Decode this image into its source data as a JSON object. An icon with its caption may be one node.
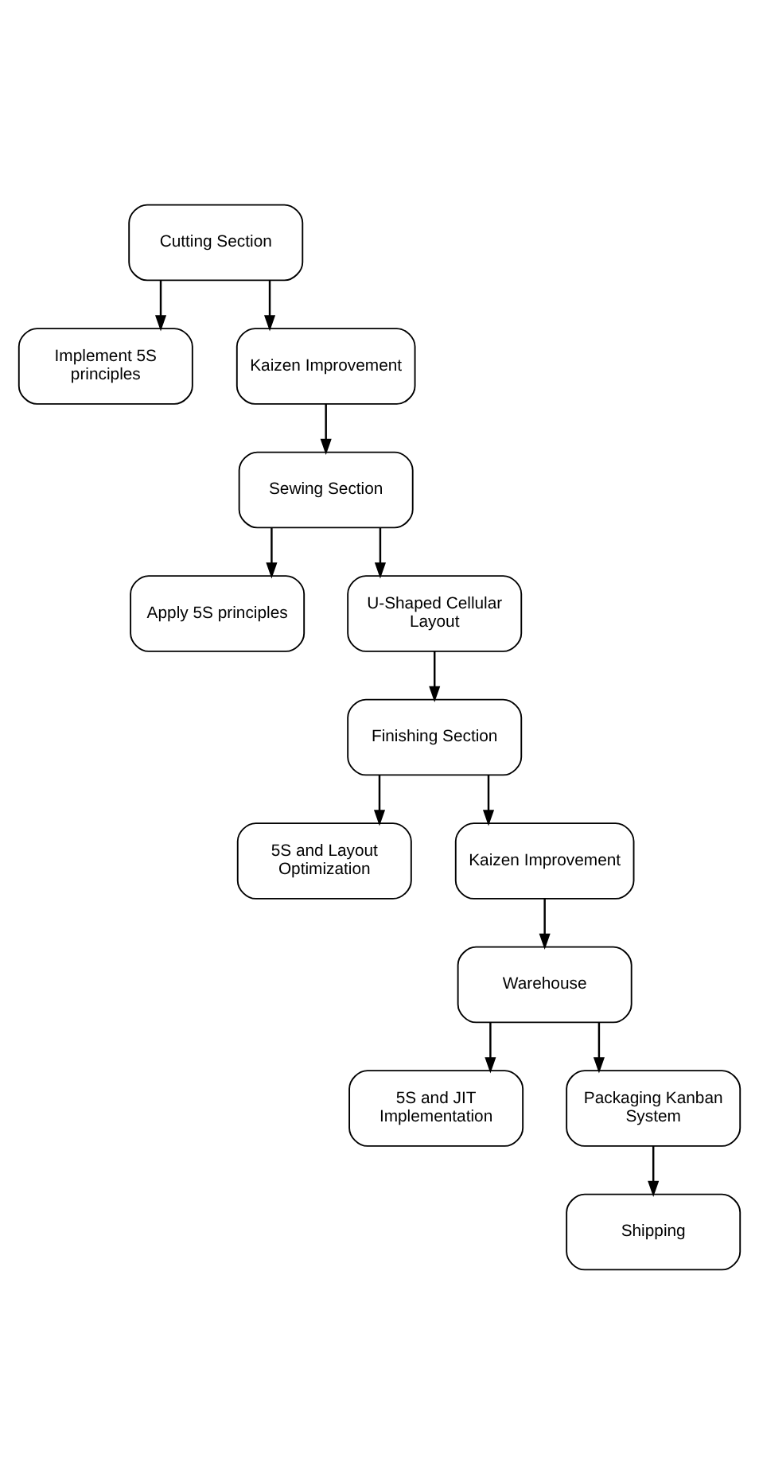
{
  "diagram": {
    "nodes": [
      {
        "text": [
          "Cutting Section"
        ]
      },
      {
        "text": [
          "Implement 5S principles"
        ]
      },
      {
        "text": [
          "Kaizen Improvement"
        ]
      },
      {
        "text": [
          "Sewing Section"
        ]
      },
      {
        "text": [
          "Apply 5S principles"
        ]
      },
      {
        "text": [
          "U-Shaped Cellular Layout"
        ]
      },
      {
        "text": [
          "Finishing Section"
        ]
      },
      {
        "text": [
          "5S and Layout Optimization"
        ]
      },
      {
        "text": [
          "Kaizen Improvement"
        ]
      },
      {
        "text": [
          "Warehouse"
        ]
      },
      {
        "text": [
          "5S and JIT Implementation"
        ]
      },
      {
        "text": [
          "Packaging Kanban System"
        ]
      },
      {
        "text": [
          "Shipping"
        ]
      }
    ],
    "edges": [
      {
        "from": 0,
        "to": 1,
        "arrow": "to"
      },
      {
        "from": 0,
        "to": 2,
        "arrow": "to"
      },
      {
        "from": 2,
        "to": 3,
        "arrow": "to"
      },
      {
        "from": 3,
        "to": 4,
        "arrow": "to"
      },
      {
        "from": 3,
        "to": 5,
        "arrow": "to"
      },
      {
        "from": 5,
        "to": 6,
        "arrow": "to"
      },
      {
        "from": 6,
        "to": 7,
        "arrow": "to"
      },
      {
        "from": 6,
        "to": 8,
        "arrow": "to"
      },
      {
        "from": 8,
        "to": 9,
        "arrow": "to"
      },
      {
        "from": 9,
        "to": 10,
        "arrow": "to"
      },
      {
        "from": 9,
        "to": 11,
        "arrow": "to"
      },
      {
        "from": 11,
        "to": 12,
        "arrow": "to"
      }
    ]
  }
}
